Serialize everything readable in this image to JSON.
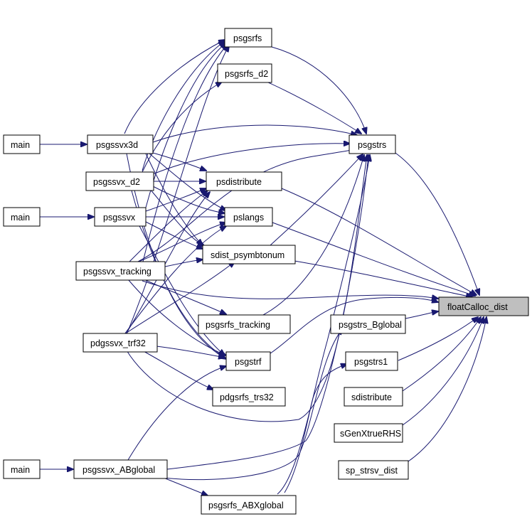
{
  "graph": {
    "nodes": {
      "floatCalloc_dist": "floatCalloc_dist",
      "psgsrfs": "psgsrfs",
      "psgsrfs_d2": "psgsrfs_d2",
      "psgstrs": "psgstrs",
      "psdistribute": "psdistribute",
      "pslangs": "pslangs",
      "sdist_psymbtonum": "sdist_psymbtonum",
      "psgsrfs_tracking": "psgsrfs_tracking",
      "psgstrs_Bglobal": "psgstrs_Bglobal",
      "psgstrs1": "psgstrs1",
      "sdistribute": "sdistribute",
      "sGenXtrueRHS": "sGenXtrueRHS",
      "sp_strsv_dist": "sp_strsv_dist",
      "psgstrf": "psgstrf",
      "pdgsrfs_trs32": "pdgsrfs_trs32",
      "psgsrfs_ABXglobal": "psgsrfs_ABXglobal",
      "psgssvx3d": "psgssvx3d",
      "psgssvx_d2": "psgssvx_d2",
      "psgssvx": "psgssvx",
      "psgssvx_tracking": "psgssvx_tracking",
      "pdgssvx_trf32": "pdgssvx_trf32",
      "psgssvx_ABglobal": "psgssvx_ABglobal",
      "main1": "main",
      "main2": "main",
      "main3": "main"
    },
    "colors": {
      "edge": "#191970",
      "target_fill": "#bfbfbf",
      "node_fill": "#ffffff",
      "node_border": "#000000"
    }
  }
}
